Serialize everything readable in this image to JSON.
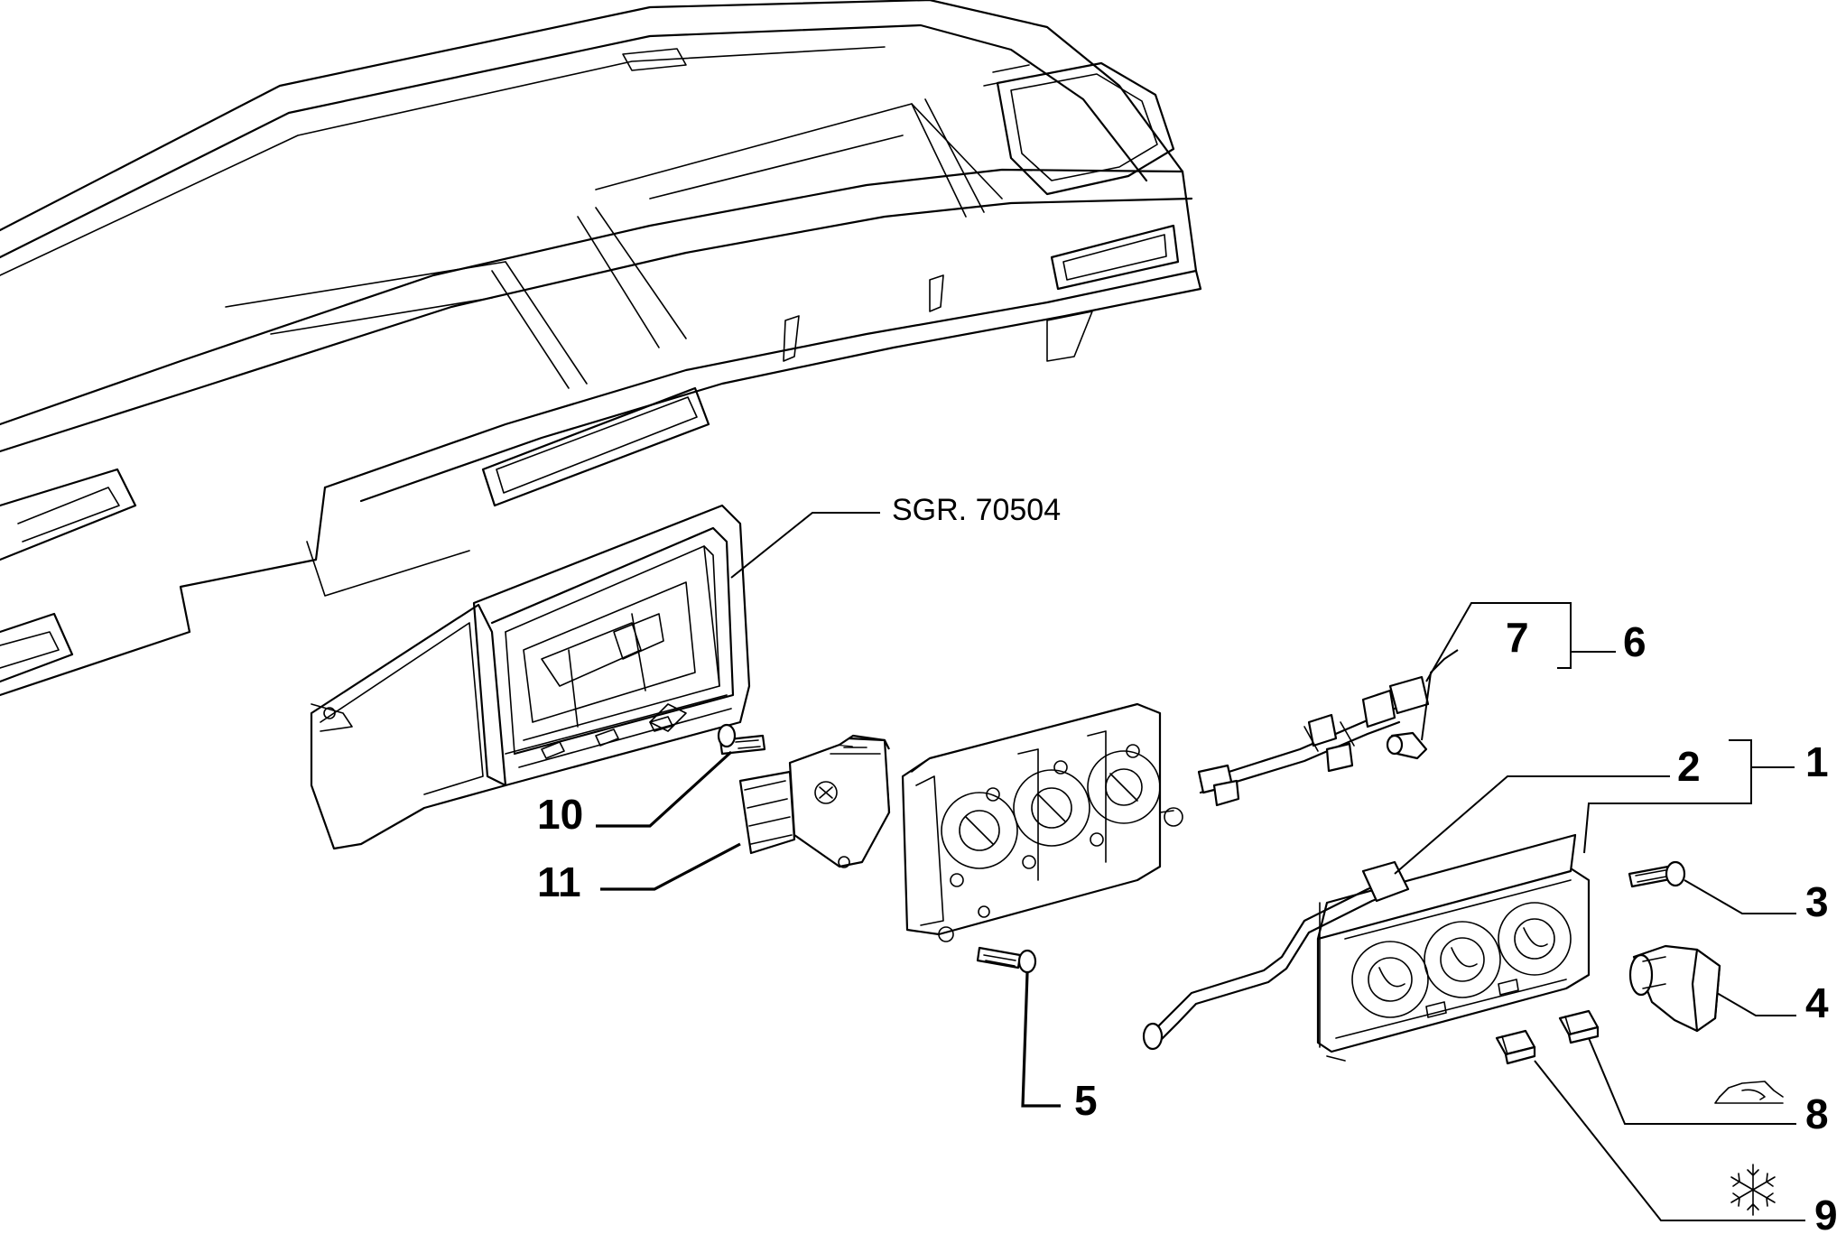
{
  "reference_group": "SGR. 70504",
  "callouts": {
    "c1": "1",
    "c2": "2",
    "c3": "3",
    "c4": "4",
    "c5": "5",
    "c6": "6",
    "c7": "7",
    "c8": "8",
    "c9": "9",
    "c10": "10",
    "c11": "11"
  },
  "icons": {
    "recirculation_symbol": "car-recirculation-icon",
    "ac_symbol": "snowflake-icon"
  }
}
